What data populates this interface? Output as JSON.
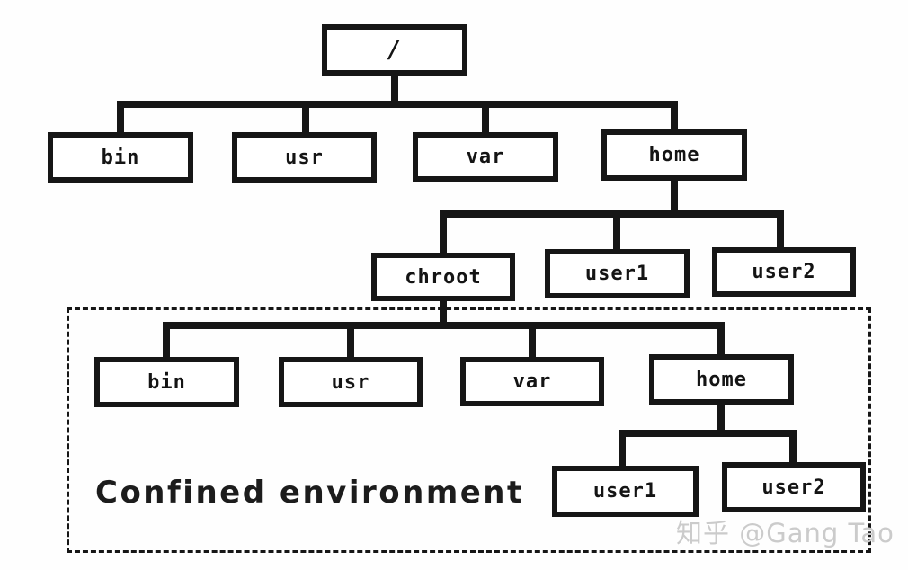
{
  "tree": {
    "root": {
      "label": "/"
    },
    "level1": [
      {
        "label": "bin"
      },
      {
        "label": "usr"
      },
      {
        "label": "var"
      },
      {
        "label": "home"
      }
    ],
    "home_children": [
      {
        "label": "chroot"
      },
      {
        "label": "user1"
      },
      {
        "label": "user2"
      }
    ],
    "chroot_children": [
      {
        "label": "bin"
      },
      {
        "label": "usr"
      },
      {
        "label": "var"
      },
      {
        "label": "home"
      }
    ],
    "chroot_home_children": [
      {
        "label": "user1"
      },
      {
        "label": "user2"
      }
    ]
  },
  "confined": {
    "label": "Confined environment"
  },
  "watermark": {
    "text": "知乎 @Gang Tao"
  },
  "colors": {
    "ink": "#161616",
    "background": "#fefefe",
    "watermark_gray": "#cbcbcb"
  }
}
